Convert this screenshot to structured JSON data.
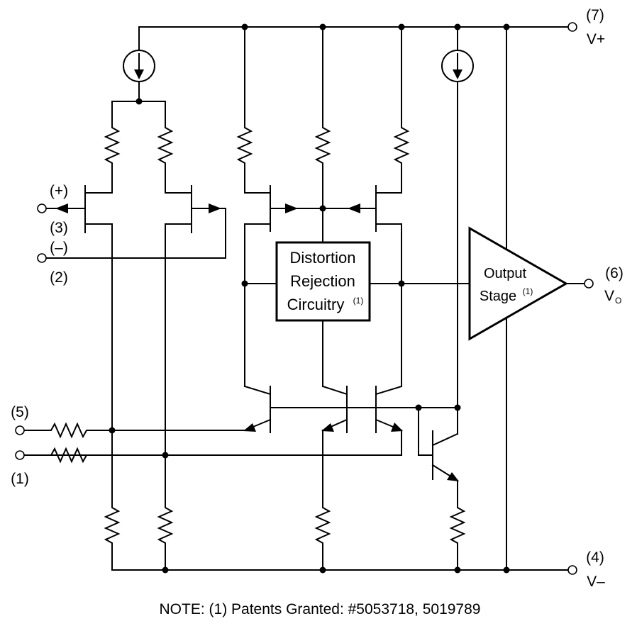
{
  "terminals": {
    "v_plus": {
      "pin": "(7)",
      "label": "V+"
    },
    "non_inverting": {
      "sign": "(+)",
      "pin": "(3)"
    },
    "inverting": {
      "sign": "(–)",
      "pin": "(2)"
    },
    "output": {
      "pin": "(6)",
      "label": "V",
      "label_sub": "O"
    },
    "v_minus": {
      "pin": "(4)",
      "label": "V–"
    },
    "pin5": {
      "pin": "(5)"
    },
    "pin1": {
      "pin": "(1)"
    }
  },
  "blocks": {
    "distortion": {
      "line1": "Distortion",
      "line2": "Rejection",
      "line3": "Circuitry",
      "footnote": "(1)"
    },
    "output_stage": {
      "line1": "Output",
      "line2": "Stage",
      "footnote": "(1)"
    }
  },
  "note": "NOTE: (1) Patents Granted: #5053718, 5019789"
}
